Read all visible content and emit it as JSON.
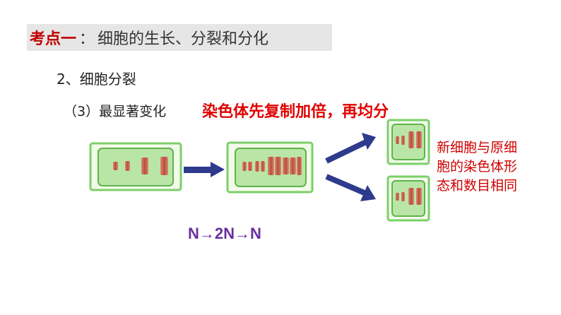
{
  "title": {
    "lead": "考点一",
    "separator": "：",
    "rest": "细胞的生长、分裂和分化"
  },
  "subheading": "2、细胞分裂",
  "point_label": "（3）最显著变化",
  "highlight": "染色体先复制加倍，再均分",
  "side_note": "新细胞与原细胞的染色体形态和数目相同",
  "formula": "N→2N→N",
  "colors": {
    "title_bg": "#e6e6e6",
    "highlight": "#e00000",
    "formula": "#6a2fa0",
    "arrow": "#2e3a8c",
    "cell_wall": "#7ccf6a",
    "cytoplasm": "#b9e6a6",
    "chromosome": "#c8664e"
  }
}
